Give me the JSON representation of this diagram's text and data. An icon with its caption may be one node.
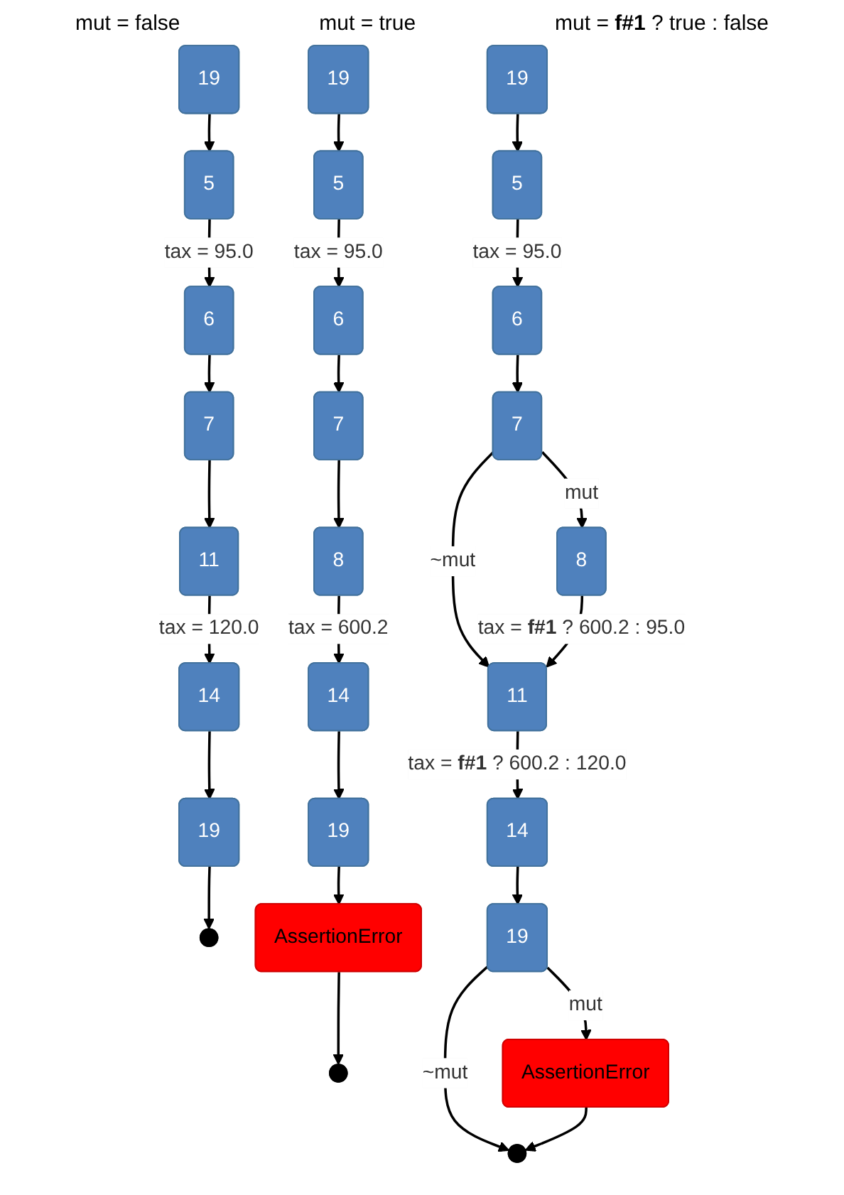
{
  "diagram": {
    "nodes": [
      {
        "text": [
          "19"
        ]
      },
      {
        "text": [
          "5"
        ]
      },
      {
        "text": [
          "6"
        ]
      },
      {
        "text": [
          "7"
        ]
      },
      {
        "text": [
          "11"
        ]
      },
      {
        "text": [
          "14"
        ]
      },
      {
        "text": [
          "19"
        ]
      },
      {
        "text": [],
        "shape": "circle"
      },
      {
        "text": [
          "19"
        ]
      },
      {
        "text": [
          "5"
        ]
      },
      {
        "text": [
          "6"
        ]
      },
      {
        "text": [
          "7"
        ]
      },
      {
        "text": [
          "8"
        ]
      },
      {
        "text": [
          "14"
        ]
      },
      {
        "text": [
          "19"
        ]
      },
      {
        "text": [
          "AssertionError"
        ]
      },
      {
        "text": [],
        "shape": "circle"
      },
      {
        "text": [
          "19"
        ]
      },
      {
        "text": [
          "5"
        ]
      },
      {
        "text": [
          "6"
        ]
      },
      {
        "text": [
          "7"
        ]
      },
      {
        "text": [
          "8"
        ]
      },
      {
        "text": [
          "11"
        ]
      },
      {
        "text": [
          "14"
        ]
      },
      {
        "text": [
          "19"
        ]
      },
      {
        "text": [
          "AssertionError"
        ]
      },
      {
        "text": [],
        "shape": "circle"
      }
    ],
    "edges": [
      {
        "from": 0,
        "to": 1,
        "arrow": "to"
      },
      {
        "from": 1,
        "to": 2,
        "arrow": "to",
        "label": "tax = 95.0"
      },
      {
        "from": 2,
        "to": 3,
        "arrow": "to"
      },
      {
        "from": 3,
        "to": 4,
        "arrow": "to"
      },
      {
        "from": 4,
        "to": 5,
        "arrow": "to",
        "label": "tax = 120.0"
      },
      {
        "from": 5,
        "to": 6,
        "arrow": "to"
      },
      {
        "from": 6,
        "to": 7,
        "arrow": "to"
      },
      {
        "from": 8,
        "to": 9,
        "arrow": "to"
      },
      {
        "from": 9,
        "to": 10,
        "arrow": "to",
        "label": "tax = 95.0"
      },
      {
        "from": 10,
        "to": 11,
        "arrow": "to"
      },
      {
        "from": 11,
        "to": 12,
        "arrow": "to"
      },
      {
        "from": 12,
        "to": 13,
        "arrow": "to",
        "label": "tax = 600.2"
      },
      {
        "from": 13,
        "to": 14,
        "arrow": "to"
      },
      {
        "from": 14,
        "to": 15,
        "arrow": "to"
      },
      {
        "from": 15,
        "to": 16,
        "arrow": "to"
      },
      {
        "from": 17,
        "to": 18,
        "arrow": "to"
      },
      {
        "from": 18,
        "to": 19,
        "arrow": "to",
        "label": "tax = 95.0"
      },
      {
        "from": 19,
        "to": 20,
        "arrow": "to"
      },
      {
        "from": 20,
        "to": 21,
        "arrow": "to",
        "label": "mut"
      },
      {
        "from": 20,
        "to": 22,
        "arrow": "to",
        "label": "~mut"
      },
      {
        "from": 21,
        "to": 22,
        "arrow": "to",
        "label": "tax = **f#1** ? 600.2 : 95.0"
      },
      {
        "from": 22,
        "to": 23,
        "arrow": "to",
        "label": "tax = **f#1** ? 600.2 : 120.0"
      },
      {
        "from": 23,
        "to": 24,
        "arrow": "to"
      },
      {
        "from": 24,
        "to": 25,
        "arrow": "to",
        "label": "mut"
      },
      {
        "from": 24,
        "to": 26,
        "arrow": "to",
        "label": "~mut"
      },
      {
        "from": 25,
        "to": 26,
        "arrow": "to"
      }
    ],
    "labels": [
      "mut = false",
      "mut = true",
      "mut = **f#1** ? true : false"
    ]
  }
}
